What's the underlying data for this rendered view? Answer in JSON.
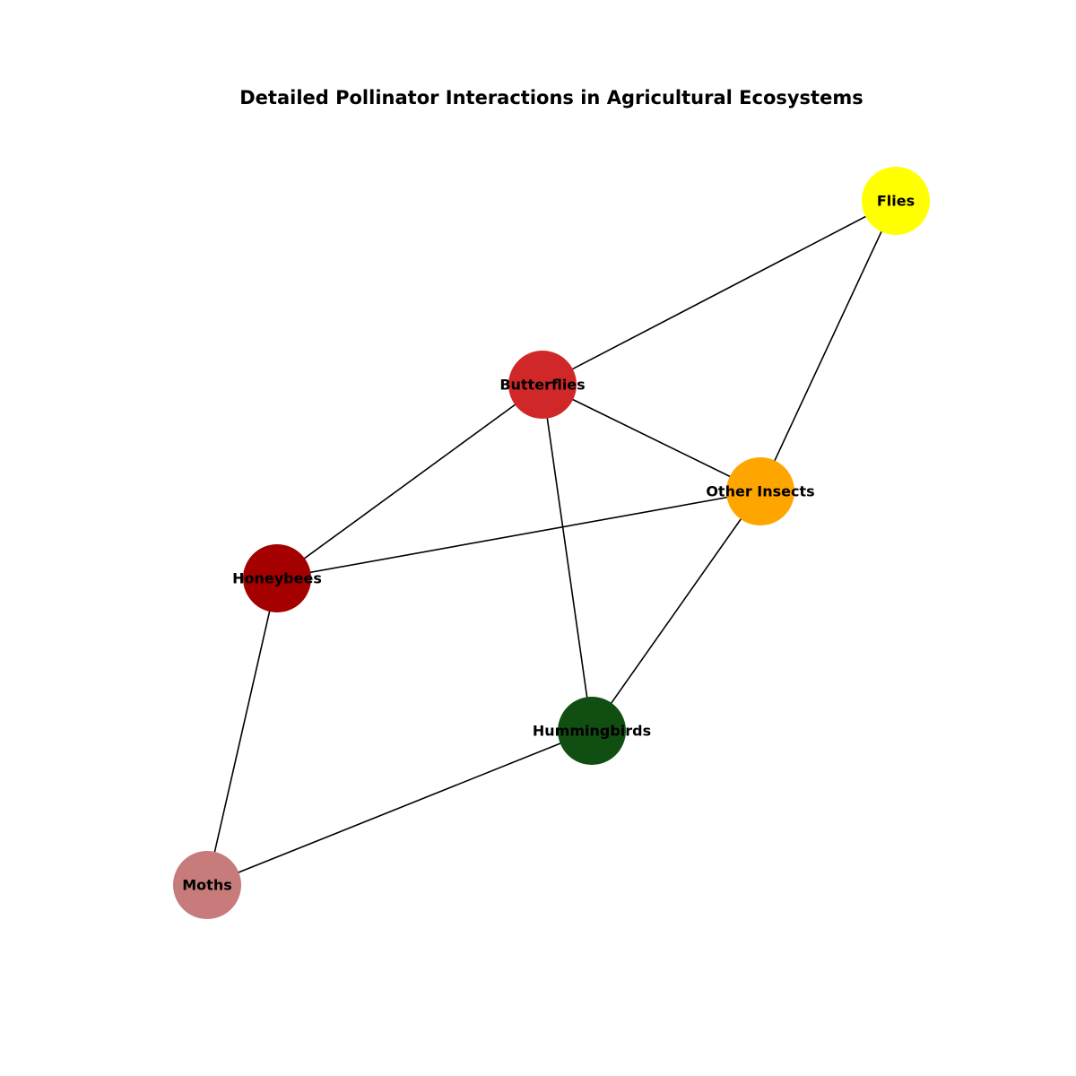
{
  "title": "Detailed Pollinator Interactions in Agricultural Ecosystems",
  "nodes": [
    {
      "id": "flies",
      "label": "Flies",
      "color": "#ffff00"
    },
    {
      "id": "butterflies",
      "label": "Butterflies",
      "color": "#d02828"
    },
    {
      "id": "other_insects",
      "label": "Other Insects",
      "color": "#ffa500"
    },
    {
      "id": "honeybees",
      "label": "Honeybees",
      "color": "#a40000"
    },
    {
      "id": "hummingbirds",
      "label": "Hummingbirds",
      "color": "#114e11"
    },
    {
      "id": "moths",
      "label": "Moths",
      "color": "#c77b7b"
    }
  ],
  "edges": [
    {
      "source": "flies",
      "target": "butterflies"
    },
    {
      "source": "flies",
      "target": "other_insects"
    },
    {
      "source": "butterflies",
      "target": "other_insects"
    },
    {
      "source": "butterflies",
      "target": "honeybees"
    },
    {
      "source": "butterflies",
      "target": "hummingbirds"
    },
    {
      "source": "other_insects",
      "target": "honeybees"
    },
    {
      "source": "other_insects",
      "target": "hummingbirds"
    },
    {
      "source": "honeybees",
      "target": "moths"
    },
    {
      "source": "hummingbirds",
      "target": "moths"
    }
  ]
}
